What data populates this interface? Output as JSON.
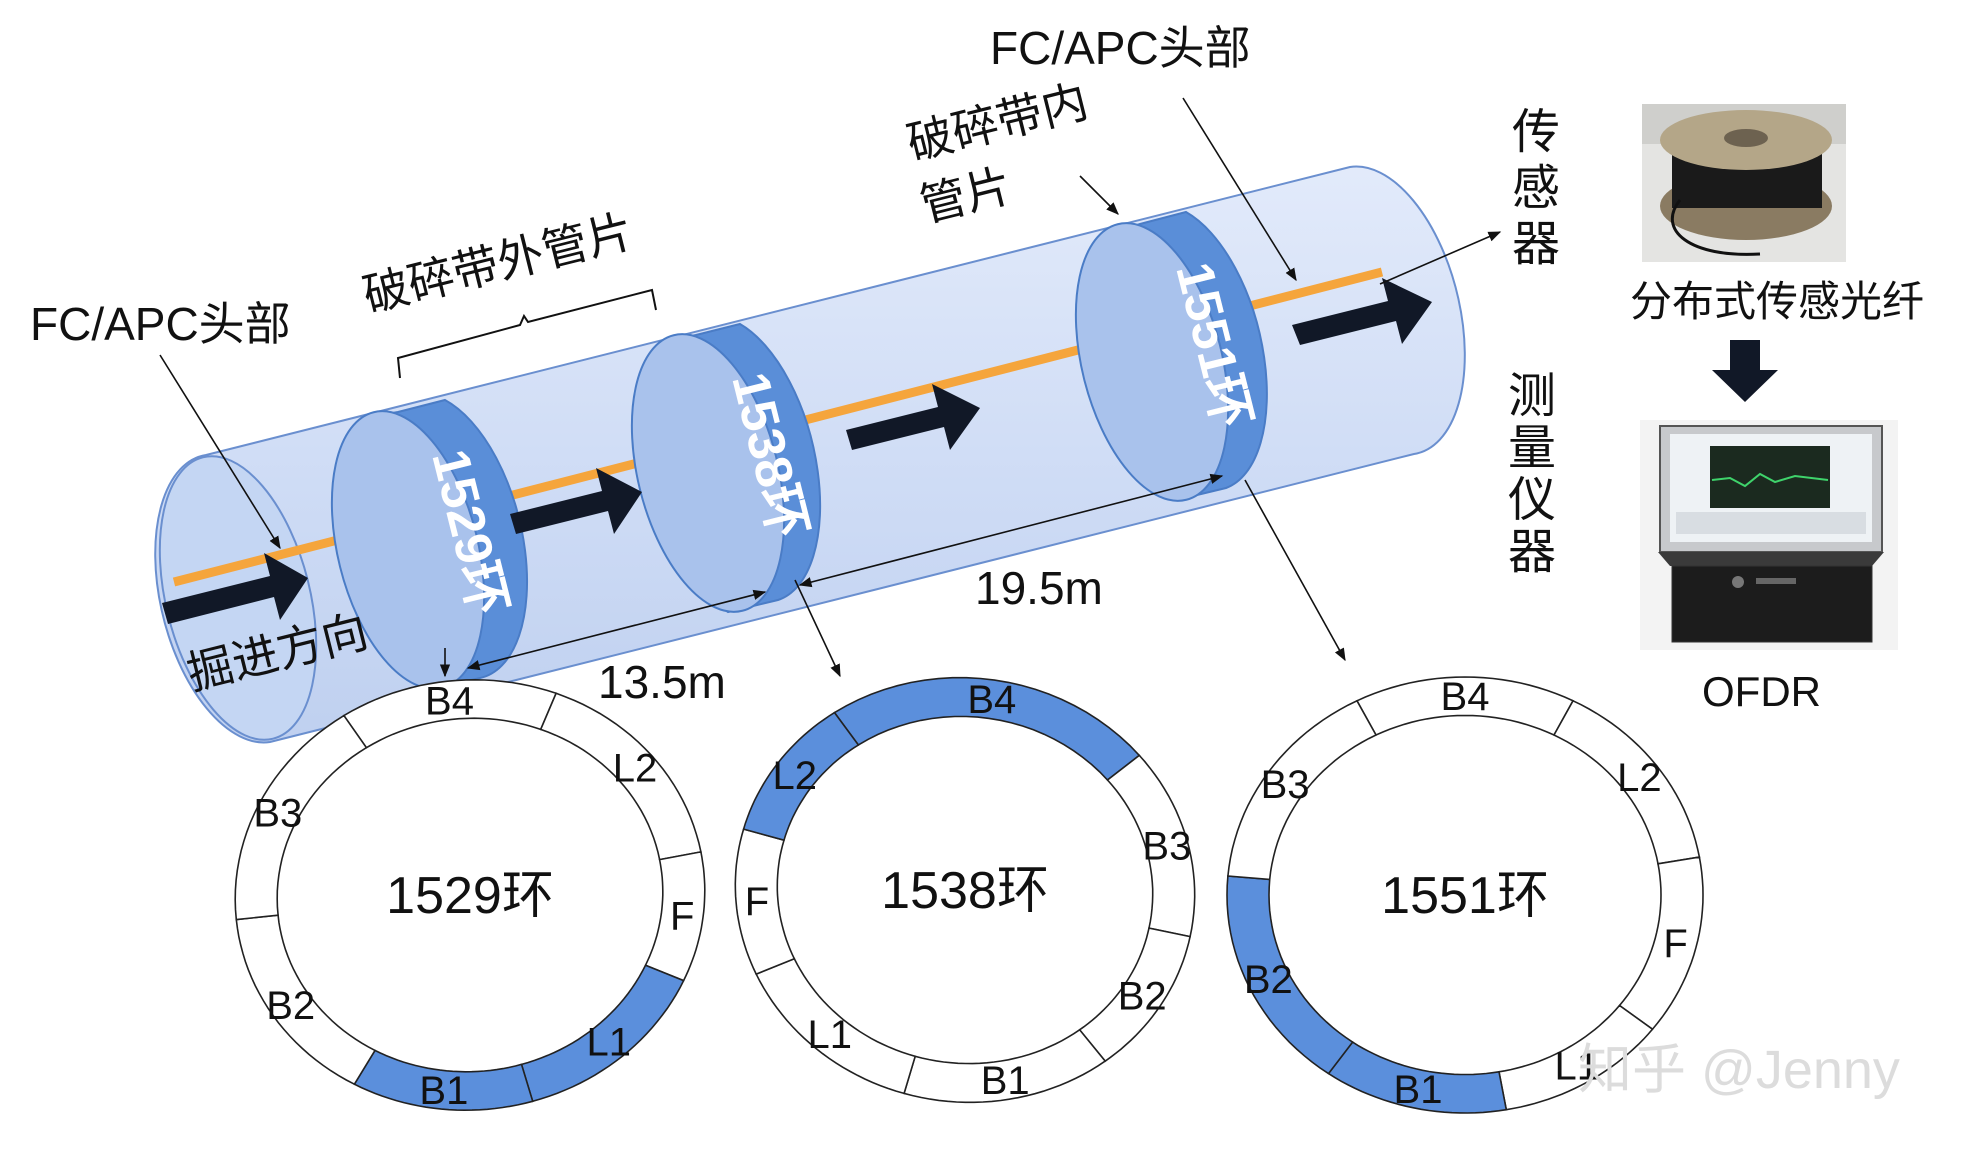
{
  "tunnel": {
    "head_left": "FC/APC头部",
    "head_right": "FC/APC头部",
    "outside_zone": "破碎带外管片",
    "inside_zone_line1": "破碎带内",
    "inside_zone_line2": "管片",
    "direction": "掘进方向",
    "rings": [
      "1529环",
      "1538环",
      "1551环"
    ],
    "dist_a": "13.5m",
    "dist_b": "19.5m",
    "to_sensor": "传感器",
    "to_instrument": "测量仪器"
  },
  "side": {
    "fiber_caption": "分布式传感光纤",
    "instrument_caption": "OFDR"
  },
  "ring_sections": [
    {
      "name": "1529环",
      "segments": [
        {
          "label": "B4",
          "highlight": false
        },
        {
          "label": "L2",
          "highlight": false
        },
        {
          "label": "F",
          "highlight": false
        },
        {
          "label": "L1",
          "highlight": true
        },
        {
          "label": "B1",
          "highlight": true
        },
        {
          "label": "B2",
          "highlight": false
        },
        {
          "label": "B3",
          "highlight": false
        }
      ]
    },
    {
      "name": "1538环",
      "segments": [
        {
          "label": "B4",
          "highlight": true
        },
        {
          "label": "B3",
          "highlight": false
        },
        {
          "label": "B2",
          "highlight": false
        },
        {
          "label": "B1",
          "highlight": false
        },
        {
          "label": "L1",
          "highlight": false
        },
        {
          "label": "F",
          "highlight": false
        },
        {
          "label": "L2",
          "highlight": true
        }
      ]
    },
    {
      "name": "1551环",
      "segments": [
        {
          "label": "B4",
          "highlight": false
        },
        {
          "label": "L2",
          "highlight": false
        },
        {
          "label": "F",
          "highlight": false
        },
        {
          "label": "L1",
          "highlight": false
        },
        {
          "label": "B1",
          "highlight": true
        },
        {
          "label": "B2",
          "highlight": true
        },
        {
          "label": "B3",
          "highlight": false
        }
      ]
    }
  ],
  "watermark": "知乎 @Jenny",
  "colors": {
    "tube_fill": "#cfdcf6",
    "ring_band": "#5a8ed8",
    "fiber": "#f5a53c",
    "highlight": "#5b8fdc",
    "arrow": "#111827"
  }
}
